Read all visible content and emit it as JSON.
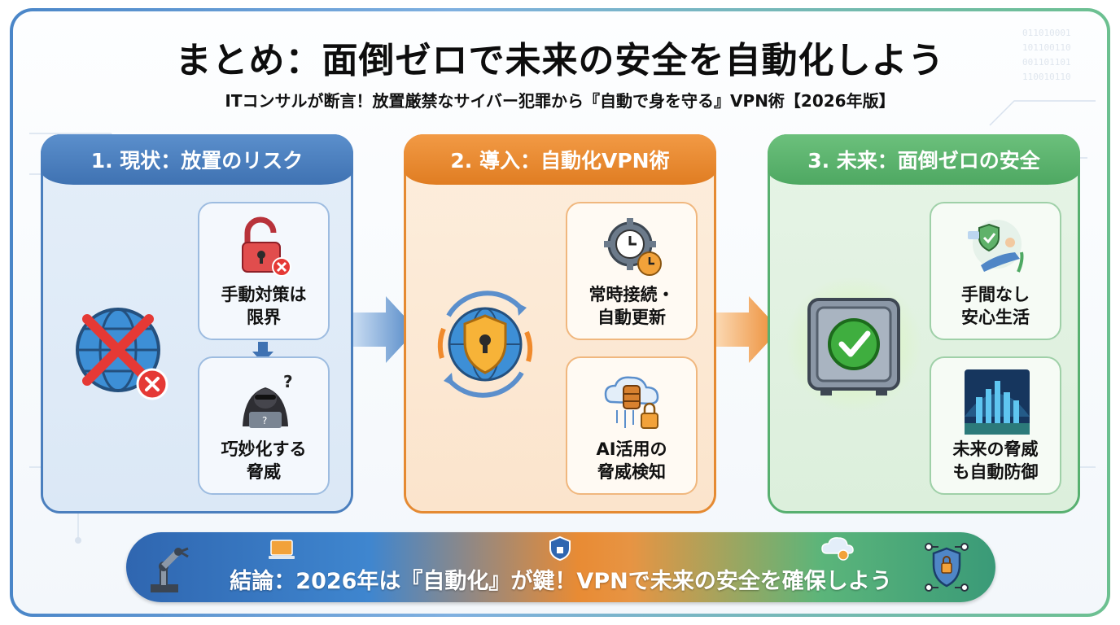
{
  "title": "まとめ：面倒ゼロで未来の安全を自動化しよう",
  "subtitle": "ITコンサルが断言！放置厳禁なサイバー犯罪から『自動で身を守る』VPN術【2026年版】",
  "columns": [
    {
      "heading": "1. 現状：放置のリスク",
      "cards": [
        {
          "label": "手動対策は\n限界",
          "icon": "unlocked-padlock-icon"
        },
        {
          "label": "巧妙化する\n脅威",
          "icon": "hacker-icon"
        }
      ],
      "main_icon": "globe-blocked-icon"
    },
    {
      "heading": "2. 導入：自動化VPN術",
      "cards": [
        {
          "label": "常時接続・\n自動更新",
          "icon": "gear-clock-icon"
        },
        {
          "label": "AI活用の\n脅威検知",
          "icon": "cloud-database-lock-icon"
        }
      ],
      "main_icon": "shield-globe-icon"
    },
    {
      "heading": "3. 未来：面倒ゼロの安全",
      "cards": [
        {
          "label": "手間なし\n安心生活",
          "icon": "relaxing-person-icon"
        },
        {
          "label": "未来の脅威\nも自動防御",
          "icon": "future-city-icon"
        }
      ],
      "main_icon": "safe-checkmark-icon"
    }
  ],
  "conclusion": "結論：2026年は『自動化』が鍵！VPNで未来の安全を確保しよう",
  "colors": {
    "blue": "#4b7fbe",
    "orange": "#e58a32",
    "green": "#58b070"
  }
}
